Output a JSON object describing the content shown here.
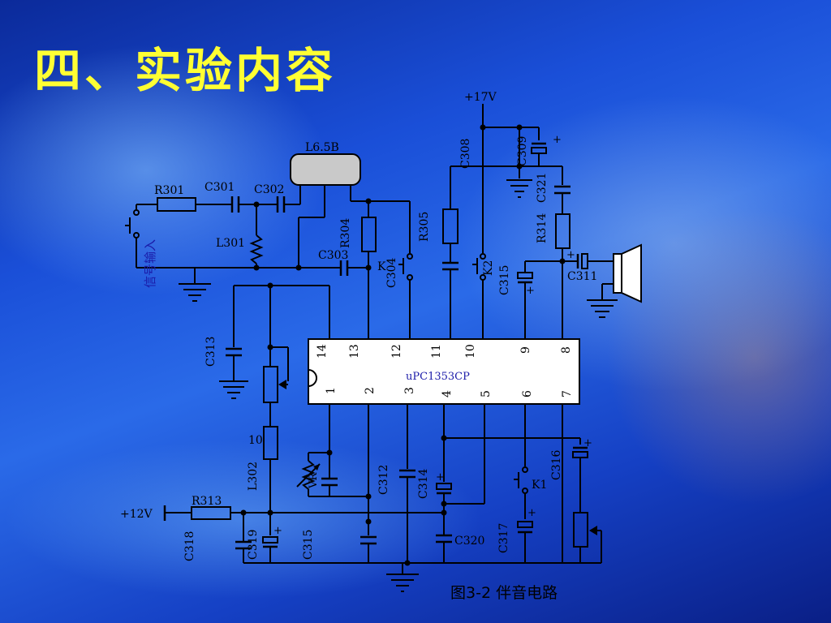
{
  "slide": {
    "title": "四、实验内容",
    "caption": "图3-2 伴音电路"
  },
  "circuit": {
    "supply_top": "+17V",
    "supply_left": "+12V",
    "input_label": "信号输入",
    "ic_name": "uPC1353CP",
    "filter": "L6.5B",
    "pins_top": [
      "14",
      "13",
      "12",
      "11",
      "10",
      "9",
      "8"
    ],
    "pins_bottom": [
      "1",
      "2",
      "3",
      "4",
      "5",
      "6",
      "7"
    ],
    "components": {
      "r301": "R301",
      "c301": "C301",
      "c302": "C302",
      "l301": "L301",
      "c303": "C303",
      "r304": "R304",
      "c304": "C304",
      "k_top": "K",
      "r305": "R305",
      "c308": "C308",
      "k2": "K2",
      "c309": "C309",
      "c321": "C321",
      "r314": "R314",
      "c315_top": "C315",
      "c311": "C311",
      "c313": "C313",
      "r10": "10",
      "l302": "L302",
      "r313": "R313",
      "c318": "C318",
      "c319": "C319",
      "c315_bot": "C315",
      "c312": "C312",
      "c314": "C314",
      "k1": "K1",
      "c316": "C316",
      "c317": "C317",
      "c320": "C320",
      "vr": "VR"
    }
  }
}
